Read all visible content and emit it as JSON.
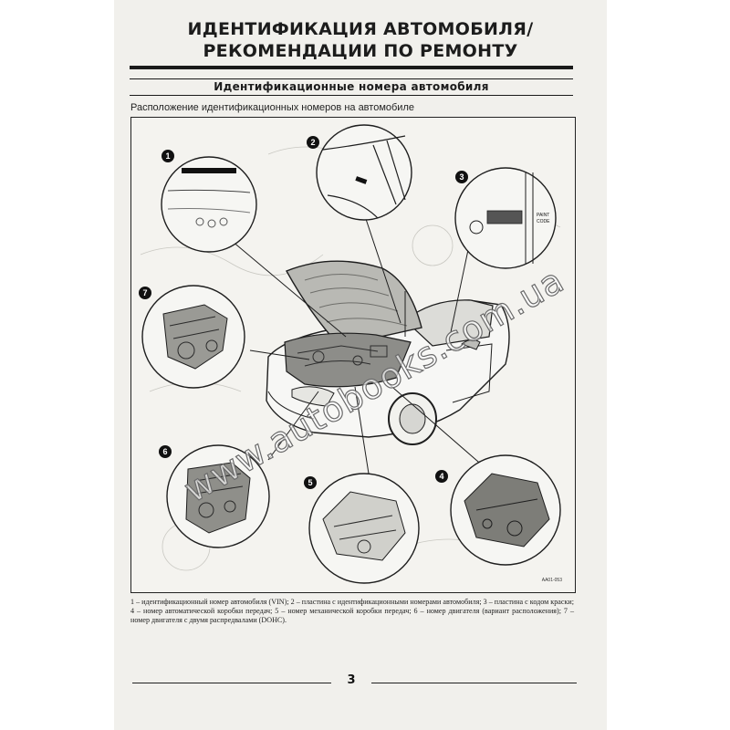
{
  "header": {
    "title_line1": "ИДЕНТИФИКАЦИЯ АВТОМОБИЛЯ/",
    "title_line2": "РЕКОМЕНДАЦИИ ПО РЕМОНТУ"
  },
  "section": {
    "heading": "Идентификационные номера автомобиля",
    "subtitle": "Расположение идентификационных номеров на автомобиле"
  },
  "figure": {
    "callouts": [
      "1",
      "2",
      "3",
      "4",
      "5",
      "6",
      "7"
    ],
    "paint_code_label_1": "PAINT",
    "paint_code_label_2": "CODE",
    "figure_code": "AA01-053"
  },
  "caption": "1 – идентификационный номер автомобиля (VIN); 2 – пластина с идентификационными номерами автомобиля; 3 – пластина с кодом краски; 4 – номер автоматической коробки передач; 5 – номер механической коробки передач; 6 – номер двигателя (вариант расположения); 7 – номер двигателя с двумя распредвалами (DOHC).",
  "footer": {
    "page_number": "3"
  },
  "watermark": "www.autobooks.com.ua"
}
